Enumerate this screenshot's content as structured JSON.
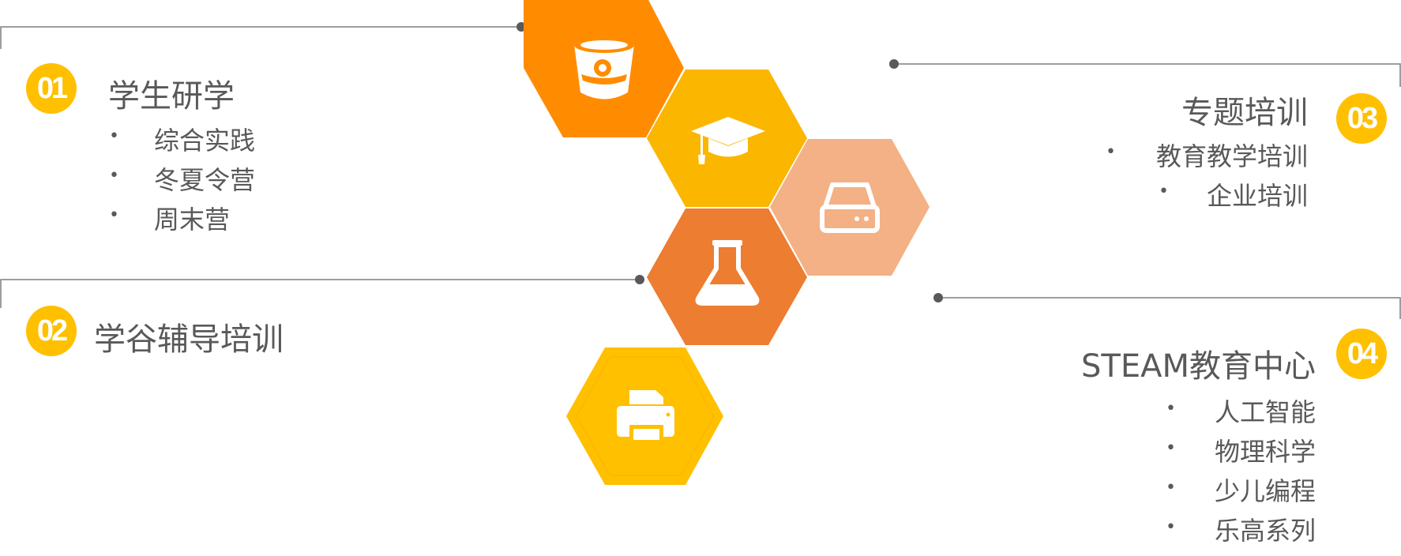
{
  "colors": {
    "accent": "#FFC000",
    "orange": "#FF8C00",
    "amber": "#FBB600",
    "peach": "#F3B185",
    "burnt": "#ED7D31",
    "gold": "#FFC000",
    "line": "#7F7F7F",
    "text": "#595959"
  },
  "sections": [
    {
      "number": "01",
      "title": "学生研学",
      "items": [
        "综合实践",
        "冬夏令营",
        "周末营"
      ]
    },
    {
      "number": "02",
      "title": "学谷辅导培训",
      "items": []
    },
    {
      "number": "03",
      "title": "专题培训",
      "items": [
        "教育教学培训",
        "企业培训"
      ]
    },
    {
      "number": "04",
      "title": "STEAM教育中心",
      "items": [
        "人工智能",
        "物理科学",
        "少儿编程",
        "乐高系列"
      ]
    }
  ],
  "hexagons": [
    {
      "icon": "bucket-icon",
      "color": "#FF8C00"
    },
    {
      "icon": "graduation-cap-icon",
      "color": "#FBB600"
    },
    {
      "icon": "hard-drive-icon",
      "color": "#F3B185"
    },
    {
      "icon": "flask-icon",
      "color": "#ED7D31"
    },
    {
      "icon": "printer-icon",
      "color": "#FFC000"
    }
  ],
  "bullet_char": "•"
}
